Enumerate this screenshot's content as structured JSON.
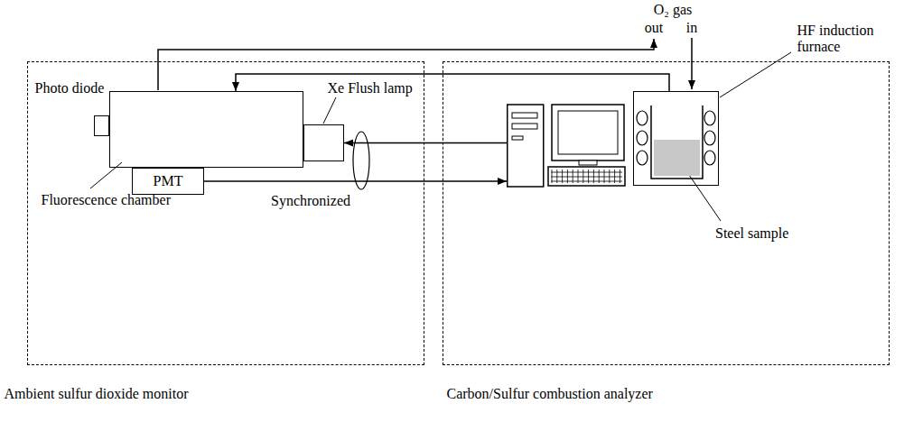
{
  "diagram": {
    "nodes": [
      {
        "text": [
          "Ambient sulfur dioxide monitor"
        ]
      },
      {
        "text": [
          "Fluorescence chamber"
        ],
        "in": 0
      },
      {
        "text": [
          "Photo diode"
        ],
        "in": 0
      },
      {
        "text": [
          "Xe Flush lamp"
        ],
        "in": 0
      },
      {
        "text": [
          "PMT"
        ],
        "in": 0
      },
      {
        "text": [
          "Carbon/Sulfur combustion analyzer"
        ]
      },
      {
        "text": [],
        "in": 5
      },
      {
        "text": [
          "HF induction furnace"
        ],
        "in": 5
      },
      {
        "text": [
          "Steel sample"
        ],
        "in": 7
      }
    ],
    "edges": [
      {
        "from": 4,
        "to": 6,
        "arrow": "to"
      },
      {
        "from": 6,
        "to": 3,
        "arrow": "to"
      },
      {
        "from": 7,
        "to": 1,
        "arrow": "to"
      }
    ],
    "labels": [
      "O₂ gas",
      "out",
      "in",
      "Synchronized"
    ]
  }
}
